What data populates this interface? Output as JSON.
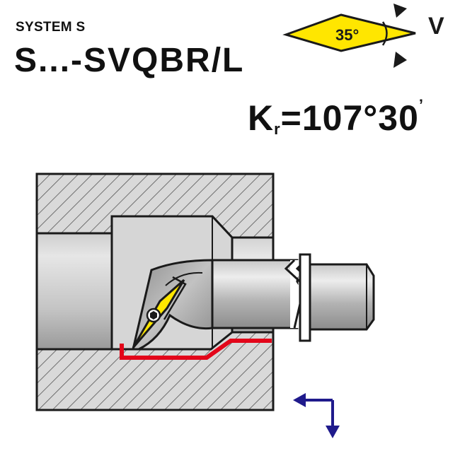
{
  "header": {
    "system_label": "SYSTEM S",
    "model_code": "S...-SVQBR/L"
  },
  "insert_badge": {
    "angle_label": "35°",
    "shape_letter": "V"
  },
  "kr_value": {
    "symbol": "K",
    "subscript": "r",
    "equals_value": "=107°30",
    "minute_mark": "’"
  },
  "colors": {
    "insert_yellow": "#FFE600",
    "cut_path_red": "#E3061A",
    "feed_arrow_blue": "#1F1A8C",
    "body_grey": "#A6A6A6",
    "outline": "#1A1A1A"
  }
}
